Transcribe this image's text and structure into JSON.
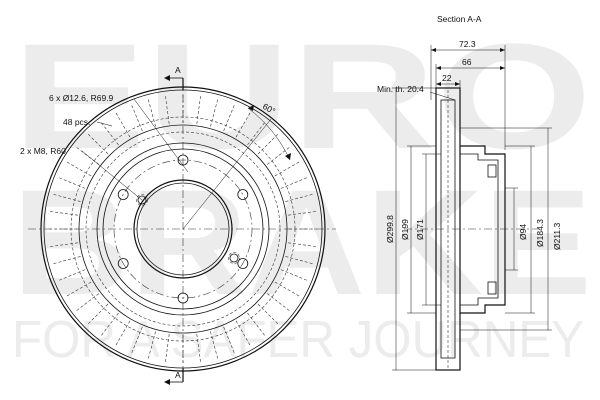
{
  "watermark": {
    "line1": "EURO",
    "line2": "BRAKE",
    "line3": "FOR A SAFER JOURNEY"
  },
  "front_view": {
    "section_marker_top": "A",
    "section_marker_bottom": "A",
    "label_holes": "6 x Ø12.6, R69.9",
    "label_vents": "48 pcs.",
    "label_threads": "2 x M8, R60",
    "angle": "60°",
    "bolt_count": 6,
    "vent_count": 48
  },
  "section_view": {
    "title": "Section A-A",
    "min_thickness": "Min. th. 20.4",
    "dims": {
      "overall_height": "72.3",
      "hat_height": "66",
      "thickness": "22",
      "d_outer": "Ø299.8",
      "d_inner_ring": "Ø199",
      "d_hat": "Ø171",
      "d_center": "Ø94",
      "d_hat_outer": "Ø184.3",
      "d_friction_inner": "Ø211.3"
    }
  }
}
